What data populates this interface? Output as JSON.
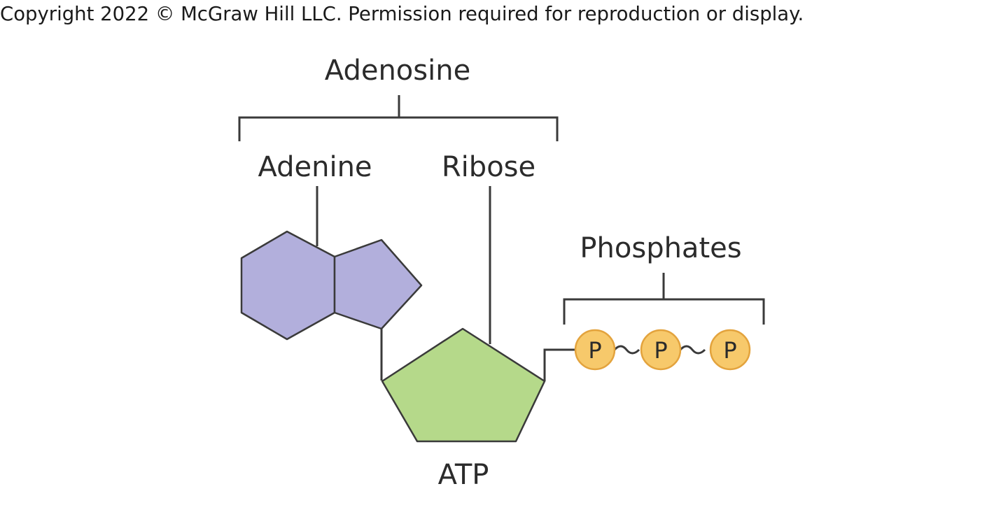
{
  "copyright": "Copyright 2022 © McGraw Hill LLC. Permission required for reproduction or display.",
  "labels": {
    "adenosine": "Adenosine",
    "adenine": "Adenine",
    "ribose": "Ribose",
    "phosphates": "Phosphates",
    "atp": "ATP"
  },
  "phosphate_groups": [
    "P",
    "P",
    "P"
  ],
  "colors": {
    "adenine_fill": "#b2afdc",
    "ribose_fill": "#b5d98a",
    "phosphate_fill": "#f7c96b",
    "outline": "#3a3a3a"
  }
}
